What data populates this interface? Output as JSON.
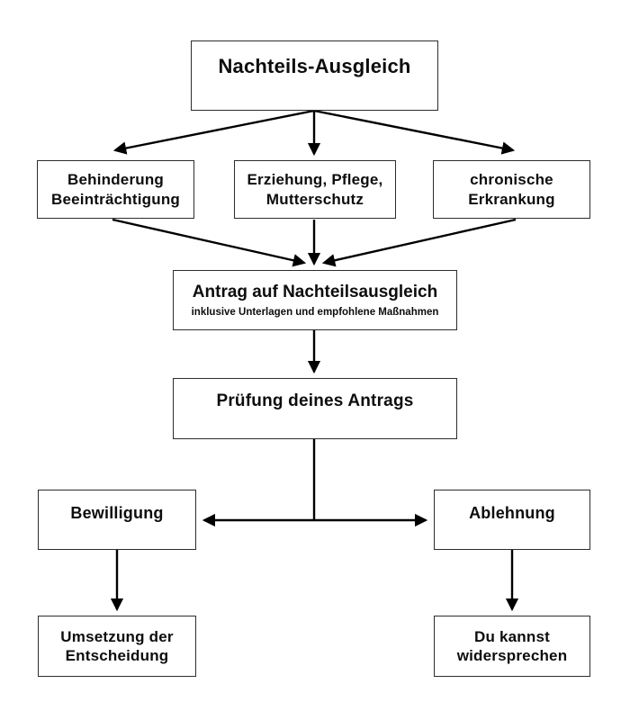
{
  "colors": {
    "background": "#ffffff",
    "box_border": "#2d2d2d",
    "arrow": "#000000",
    "text": "#0d0d0d"
  },
  "nodes": {
    "root": {
      "label": "Nachteils-Ausgleich"
    },
    "cause_left": {
      "label": "Behinderung\nBeeinträchtigung"
    },
    "cause_mid": {
      "label": "Erziehung, Pflege,\nMutterschutz"
    },
    "cause_right": {
      "label": "chronische\nErkrankung"
    },
    "application": {
      "title": "Antrag auf Nachteilsausgleich",
      "subtitle": "inklusive Unterlagen und empfohlene Maßnahmen"
    },
    "review": {
      "label": "Prüfung deines Antrags"
    },
    "approval": {
      "label": "Bewilligung"
    },
    "rejection": {
      "label": "Ablehnung"
    },
    "implementation": {
      "label": "Umsetzung der\nEntscheidung"
    },
    "objection": {
      "label": "Du kannst\nwidersprechen"
    }
  }
}
